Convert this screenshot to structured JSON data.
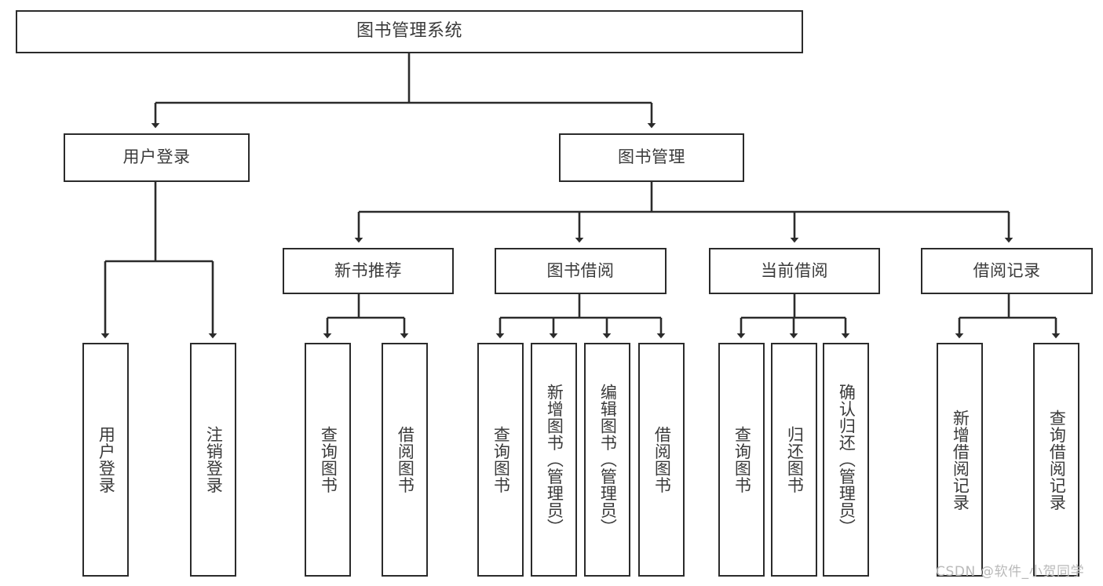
{
  "diagram": {
    "type": "tree-hierarchy",
    "title": "图书管理系统",
    "orientation": "top-down",
    "colors": {
      "box_border": "#2b2b2b",
      "box_fill": "#ffffff",
      "text": "#3a3a3a",
      "edge": "#2b2b2b",
      "background": "#ffffff",
      "watermark": "#b9b9b9"
    }
  },
  "nodes": {
    "root": {
      "label": "图书管理系统"
    },
    "level2": [
      {
        "id": "user-login",
        "label": "用户登录"
      },
      {
        "id": "book-manage",
        "label": "图书管理"
      }
    ],
    "level3": [
      {
        "id": "new-book-recommend",
        "label": "新书推荐"
      },
      {
        "id": "book-borrow",
        "label": "图书借阅"
      },
      {
        "id": "current-borrow",
        "label": "当前借阅"
      },
      {
        "id": "borrow-record",
        "label": "借阅记录"
      }
    ],
    "leaves": {
      "user_login": [
        {
          "id": "leaf-user-login",
          "label": "用户登录"
        },
        {
          "id": "leaf-logout-login",
          "label": "注销登录"
        }
      ],
      "new_book_recommend": [
        {
          "id": "leaf-query-book-1",
          "label": "查询图书"
        },
        {
          "id": "leaf-borrow-book-1",
          "label": "借阅图书"
        }
      ],
      "book_borrow": [
        {
          "id": "leaf-query-book-2",
          "label": "查询图书"
        },
        {
          "id": "leaf-add-book",
          "label": "新增图书（管理员）"
        },
        {
          "id": "leaf-edit-book",
          "label": "编辑图书（管理员）"
        },
        {
          "id": "leaf-borrow-book-2",
          "label": "借阅图书"
        }
      ],
      "current_borrow": [
        {
          "id": "leaf-query-book-3",
          "label": "查询图书"
        },
        {
          "id": "leaf-return-book",
          "label": "归还图书"
        },
        {
          "id": "leaf-confirm-return",
          "label": "确认归还（管理员）"
        }
      ],
      "borrow_record": [
        {
          "id": "leaf-add-record",
          "label": "新增借阅记录"
        },
        {
          "id": "leaf-query-record",
          "label": "查询借阅记录"
        }
      ]
    }
  },
  "watermark": {
    "text": "CSDN @软件_小贺同学"
  }
}
